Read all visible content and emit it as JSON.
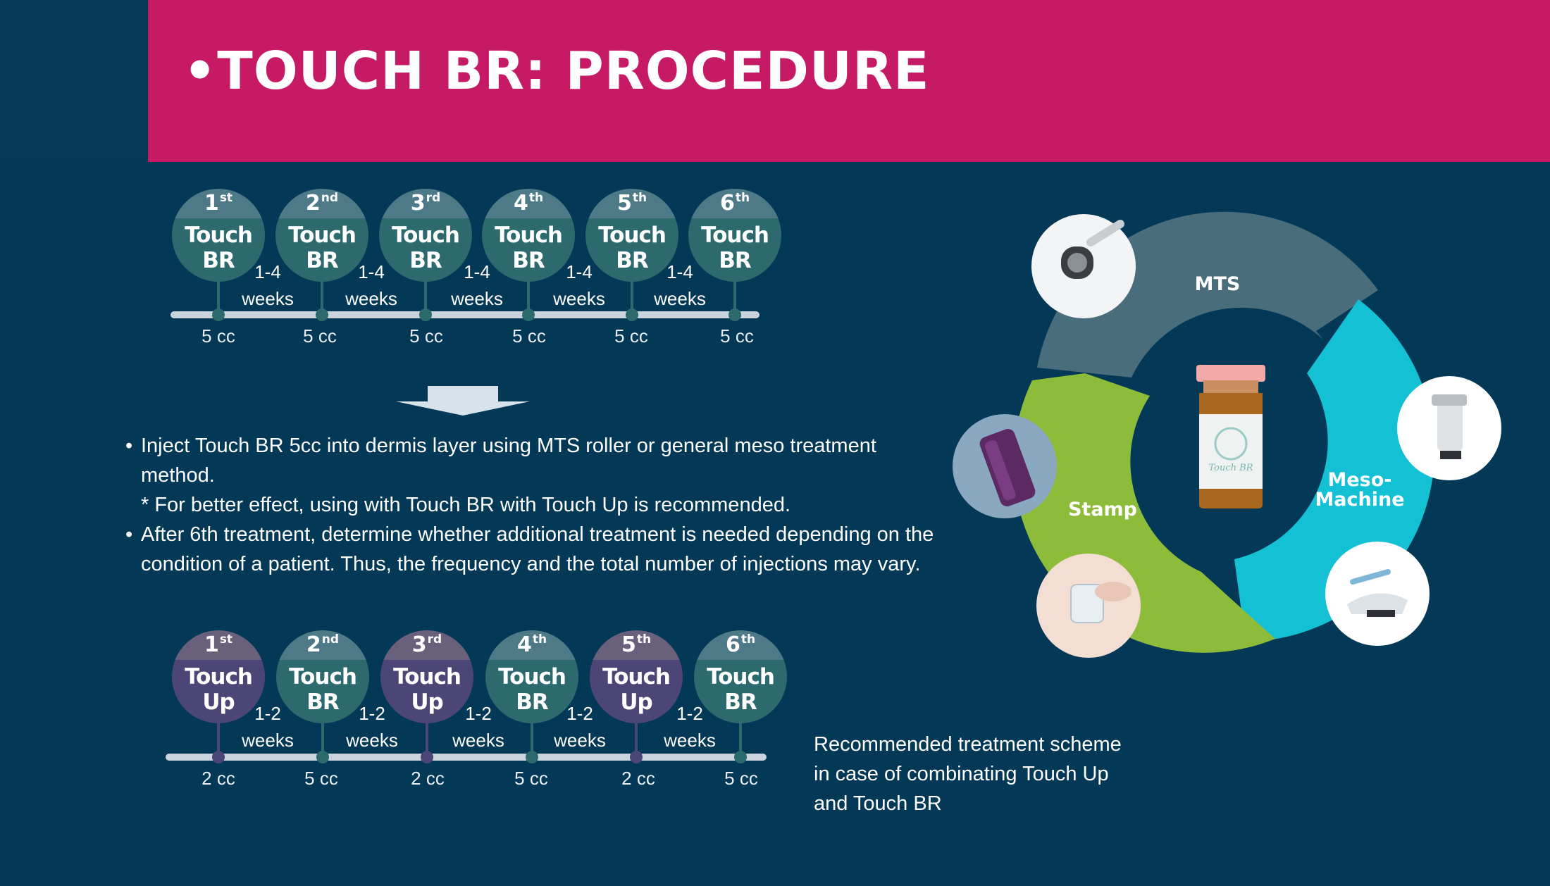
{
  "header": {
    "title": "•TOUCH BR: PROCEDURE"
  },
  "schedule_br": {
    "sessions": [
      {
        "ord": "1",
        "sup": "st",
        "name1": "Touch",
        "name2": "BR",
        "dose": "5 cc"
      },
      {
        "ord": "2",
        "sup": "nd",
        "name1": "Touch",
        "name2": "BR",
        "dose": "5 cc"
      },
      {
        "ord": "3",
        "sup": "rd",
        "name1": "Touch",
        "name2": "BR",
        "dose": "5 cc"
      },
      {
        "ord": "4",
        "sup": "th",
        "name1": "Touch",
        "name2": "BR",
        "dose": "5 cc"
      },
      {
        "ord": "5",
        "sup": "th",
        "name1": "Touch",
        "name2": "BR",
        "dose": "5 cc"
      },
      {
        "ord": "6",
        "sup": "th",
        "name1": "Touch",
        "name2": "BR",
        "dose": "5 cc"
      }
    ],
    "intervals": [
      {
        "n": "1-4",
        "u": "weeks"
      },
      {
        "n": "1-4",
        "u": "weeks"
      },
      {
        "n": "1-4",
        "u": "weeks"
      },
      {
        "n": "1-4",
        "u": "weeks"
      },
      {
        "n": "1-4",
        "u": "weeks"
      }
    ]
  },
  "bullets": {
    "b1_mark": "•",
    "b1_line1": "Inject Touch BR 5cc into dermis layer using MTS roller or general meso treatment",
    "b1_line2": "method.",
    "note": "* For better effect, using with Touch BR with Touch Up is recommended.",
    "b2_mark": "•",
    "b2_line1": "After 6th treatment, determine whether additional treatment is needed depending on the",
    "b2_line2": "condition of a patient. Thus, the frequency and the total number of injections may vary."
  },
  "schedule_combo": {
    "sessions": [
      {
        "ord": "1",
        "sup": "st",
        "name1": "Touch",
        "name2": "Up",
        "dose": "2 cc",
        "kind": "up"
      },
      {
        "ord": "2",
        "sup": "nd",
        "name1": "Touch",
        "name2": "BR",
        "dose": "5 cc",
        "kind": "br"
      },
      {
        "ord": "3",
        "sup": "rd",
        "name1": "Touch",
        "name2": "Up",
        "dose": "2 cc",
        "kind": "up"
      },
      {
        "ord": "4",
        "sup": "th",
        "name1": "Touch",
        "name2": "BR",
        "dose": "5 cc",
        "kind": "br"
      },
      {
        "ord": "5",
        "sup": "th",
        "name1": "Touch",
        "name2": "Up",
        "dose": "2 cc",
        "kind": "up"
      },
      {
        "ord": "6",
        "sup": "th",
        "name1": "Touch",
        "name2": "BR",
        "dose": "5 cc",
        "kind": "br"
      }
    ],
    "intervals": [
      {
        "n": "1-2",
        "u": "weeks"
      },
      {
        "n": "1-2",
        "u": "weeks"
      },
      {
        "n": "1-2",
        "u": "weeks"
      },
      {
        "n": "1-2",
        "u": "weeks"
      },
      {
        "n": "1-2",
        "u": "weeks"
      }
    ]
  },
  "recommendation": {
    "line1": "Recommended treatment scheme",
    "line2": "in case of combinating Touch Up",
    "line3": "and Touch BR"
  },
  "cycle": {
    "mts": "MTS",
    "meso1": "Meso-",
    "meso2": "Machine",
    "stamp": "Stamp",
    "vial_label": "Touch BR"
  },
  "colors": {
    "background": "#033856",
    "header": "#c71a64",
    "touch_br": "#2d6a6e",
    "touch_up": "#4b4676",
    "mts": "#4a6d7c",
    "meso": "#14c0d3",
    "stamp": "#8dbb3a"
  }
}
